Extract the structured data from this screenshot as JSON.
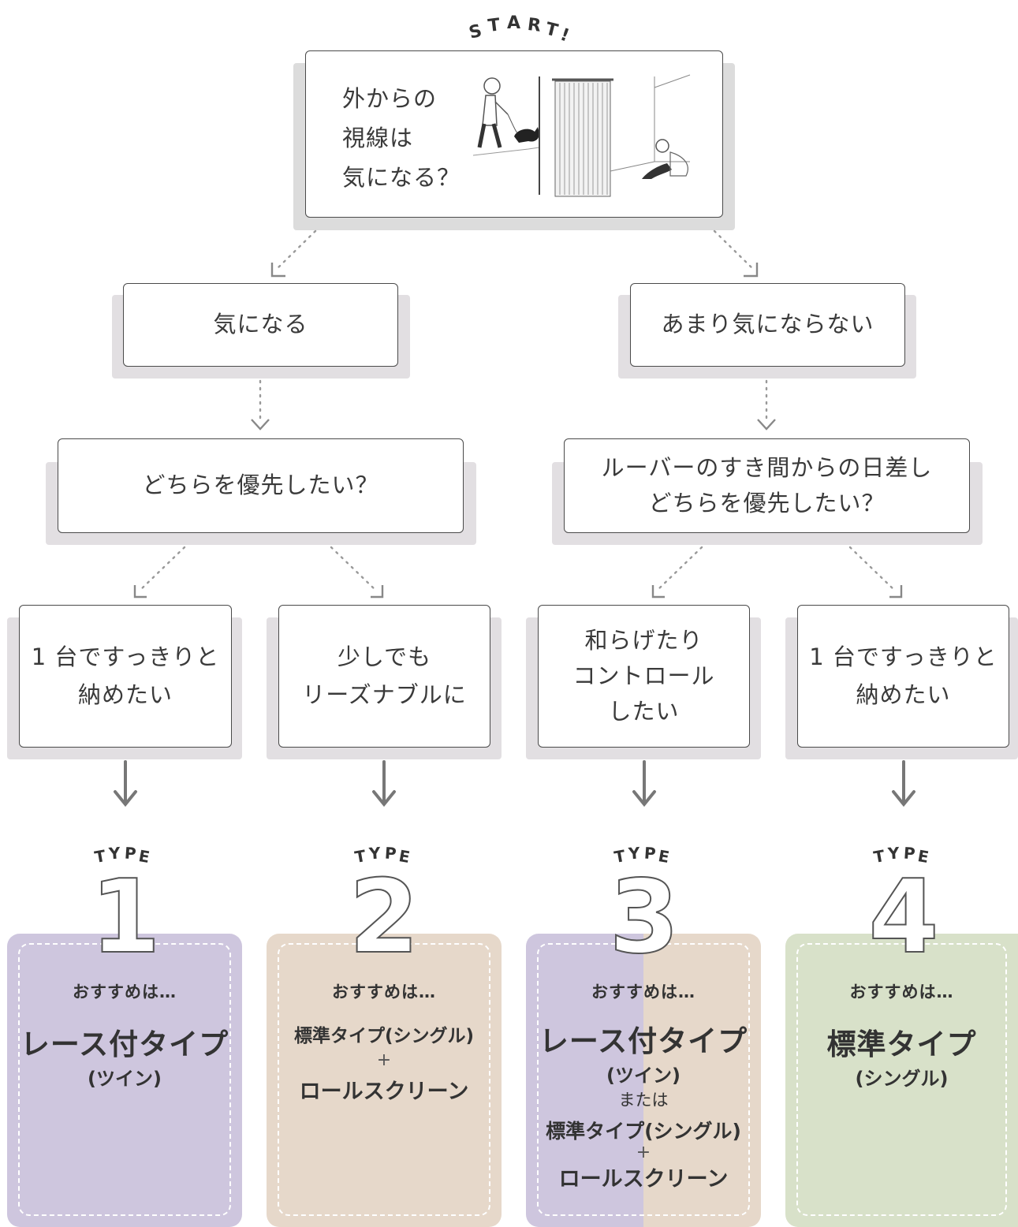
{
  "start": {
    "letters": [
      "S",
      "T",
      "A",
      "R",
      "T",
      "!"
    ]
  },
  "question": {
    "lines": [
      "外からの",
      "視線は",
      "気になる？"
    ]
  },
  "branch_left": {
    "label": "気になる"
  },
  "branch_right": {
    "label": "あまり気にならない"
  },
  "q2_left": {
    "label": "どちらを優先したい？"
  },
  "q2_right": {
    "lines": [
      "ルーバーのすき間からの日差し",
      "どちらを優先したい？"
    ]
  },
  "options": [
    {
      "lines": [
        "1 台ですっきりと",
        "納めたい"
      ]
    },
    {
      "lines": [
        "少しでも",
        "リーズナブルに"
      ]
    },
    {
      "lines": [
        "和らげたり",
        "コントロール",
        "したい"
      ]
    },
    {
      "lines": [
        "1 台ですっきりと",
        "納めたい"
      ]
    }
  ],
  "type_caption": {
    "letters": [
      "T",
      "Y",
      "P",
      "E"
    ]
  },
  "types": [
    {
      "number": "1",
      "rec_label": "おすすめは…",
      "main": "レース付タイプ",
      "sub": "(ツイン)"
    },
    {
      "number": "2",
      "rec_label": "おすすめは…",
      "line1": "標準タイプ(シングル)",
      "plus": "+",
      "line2": "ロールスクリーン"
    },
    {
      "number": "3",
      "rec_label": "おすすめは…",
      "main": "レース付タイプ",
      "sub": "(ツイン)",
      "or": "または",
      "line1": "標準タイプ(シングル)",
      "plus": "+",
      "line2": "ロールスクリーン"
    },
    {
      "number": "4",
      "rec_label": "おすすめは…",
      "main": "標準タイプ",
      "sub": "(シングル)"
    }
  ],
  "colors": {
    "purple": "#cec6de",
    "beige": "#e6d8ca",
    "green": "#d8e1c9",
    "shadow": "#dcdcdc",
    "arrow": "#777777",
    "dots": "#999999"
  }
}
